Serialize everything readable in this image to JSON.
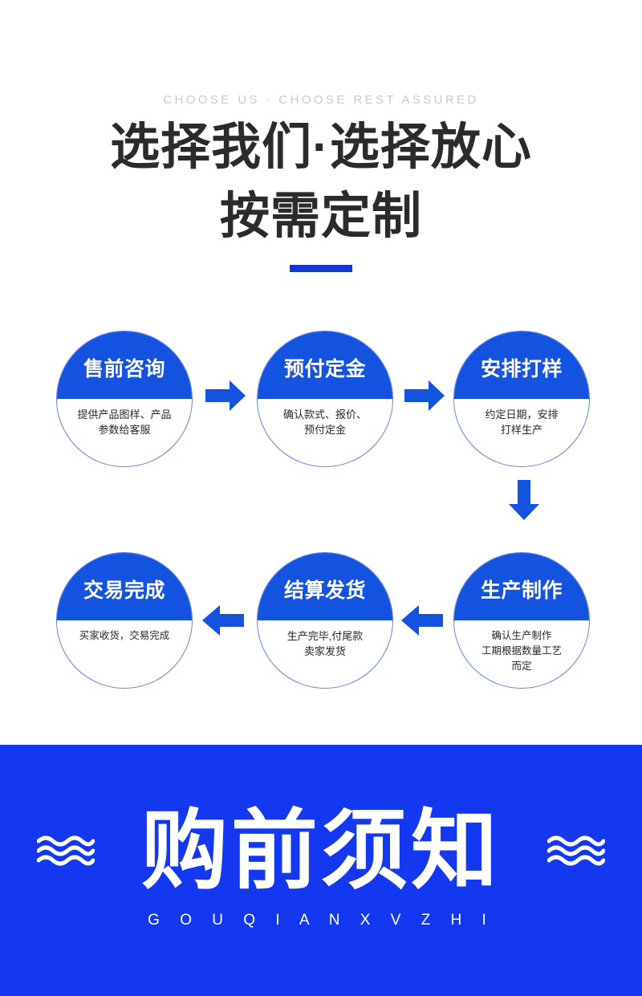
{
  "header": {
    "eyebrow": "CHOOSE US · CHOOSE REST ASSURED",
    "title_line1": "选择我们·选择放心",
    "title_line2": "按需定制",
    "divider_color": "#1338CE",
    "title_color": "#2B2B2B",
    "eyebrow_color": "#C9C9C9"
  },
  "flow": {
    "circle_fill": "#1452E0",
    "circle_border": "#5D7FE0",
    "arrow_color": "#1452E0",
    "steps": [
      {
        "id": "sale-consult",
        "title": "售前咨询",
        "desc": "提供产品图样、产品\n参数给客服"
      },
      {
        "id": "prepay-deposit",
        "title": "预付定金",
        "desc": "确认款式、报价、\n预付定金"
      },
      {
        "id": "arrange-sample",
        "title": "安排打样",
        "desc": "约定日期，安排\n打样生产"
      },
      {
        "id": "production",
        "title": "生产制作",
        "desc": "确认生产制作\n工期根据数量工艺\n而定"
      },
      {
        "id": "settle-ship",
        "title": "结算发货",
        "desc": "生产完毕,付尾款\n卖家发货"
      },
      {
        "id": "deal-complete",
        "title": "交易完成",
        "desc": "买家收货，交易完成"
      }
    ],
    "arrows": [
      {
        "id": "arrow-right-1",
        "direction": "right"
      },
      {
        "id": "arrow-right-2",
        "direction": "right"
      },
      {
        "id": "arrow-down-1",
        "direction": "down"
      },
      {
        "id": "arrow-left-1",
        "direction": "left"
      },
      {
        "id": "arrow-left-2",
        "direction": "left"
      }
    ]
  },
  "banner": {
    "title": "购前须知",
    "pinyin": "G O U Q I A N X V Z H I",
    "background_color": "#1338EF",
    "text_color": "#FFFFFF"
  }
}
